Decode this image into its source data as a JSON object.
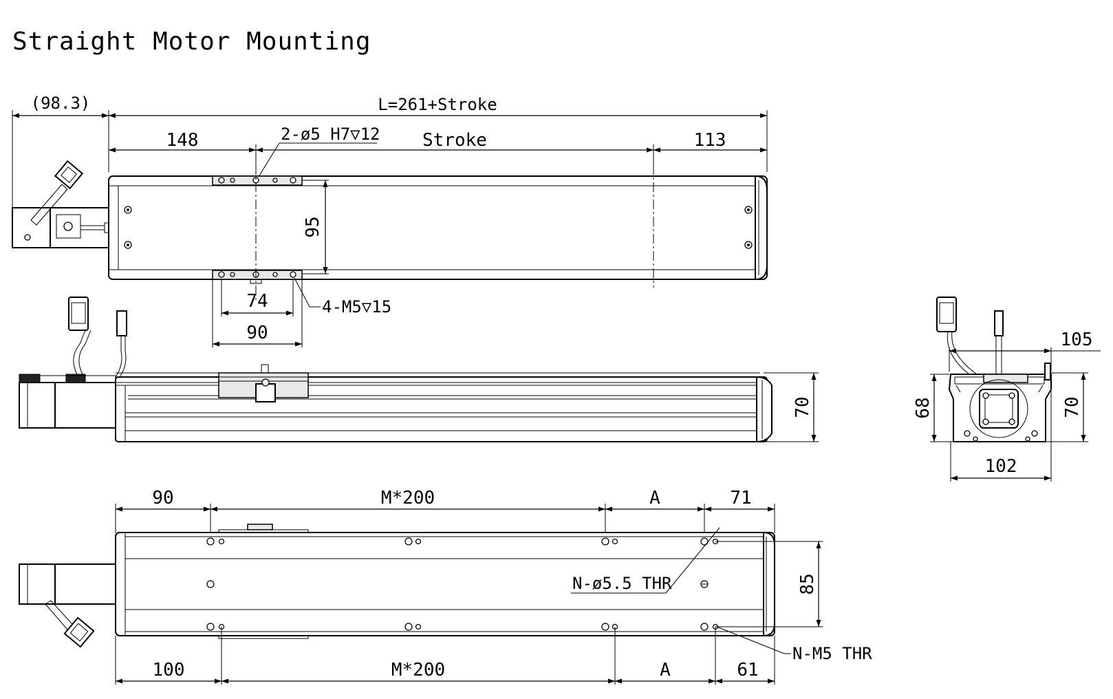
{
  "title": "Straight Motor Mounting",
  "top_view": {
    "motor_offset": "(98.3)",
    "overall_length": "L=261+Stroke",
    "left_offset": "148",
    "stroke": "Stroke",
    "right_offset": "113",
    "pin_holes": "2-ø5 H7▽12",
    "height": "95",
    "carriage_hole_pitch": "74",
    "carriage_width": "90",
    "carriage_tapped_holes": "4-M5▽15"
  },
  "side_view": {
    "height": "70"
  },
  "end_view": {
    "width_top": "105",
    "height_left": "68",
    "height_right": "70",
    "width_bottom": "102"
  },
  "bottom_view": {
    "top_row": {
      "left": "90",
      "pitch": "M*200",
      "var": "A",
      "right": "71"
    },
    "bottom_row": {
      "left": "100",
      "pitch": "M*200",
      "var": "A",
      "right": "61"
    },
    "through_holes": "N-ø5.5 THR",
    "tapped_holes": "N-M5 THR",
    "width": "85"
  }
}
